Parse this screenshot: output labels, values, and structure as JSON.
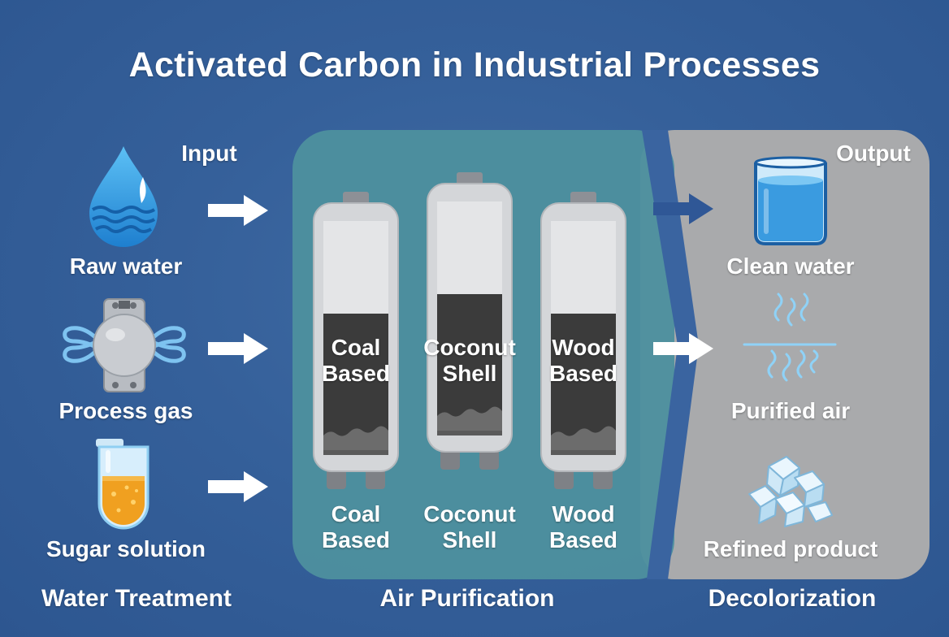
{
  "title": "Activated Carbon in Industrial Processes",
  "input_label": "Input",
  "output_label": "Output",
  "inputs": [
    {
      "label": "Raw water",
      "icon": "water-drop-icon"
    },
    {
      "label": "Process gas",
      "icon": "gas-valve-icon"
    },
    {
      "label": "Sugar solution",
      "icon": "test-tube-icon"
    }
  ],
  "filters": [
    {
      "line1": "Coal",
      "line2": "Based"
    },
    {
      "line1": "Coconut",
      "line2": "Shell"
    },
    {
      "line1": "Wood",
      "line2": "Based"
    }
  ],
  "outputs": [
    {
      "label": "Clean water",
      "icon": "water-beaker-icon"
    },
    {
      "label": "Purified air",
      "icon": "air-waves-icon"
    },
    {
      "label": "Refined product",
      "icon": "sugar-crystals-icon"
    }
  ],
  "footer": [
    "Water Treatment",
    "Air Purification",
    "Decolorization"
  ],
  "colors": {
    "background": "#35609a",
    "filter_panel": "#4d909e",
    "output_panel": "#a9aaac",
    "arrow": "#ffffff",
    "arrow_dark": "#2f5796",
    "carbon": "#3b3b3b",
    "water": "#4aa3e3",
    "sugar": "#f0a020"
  }
}
